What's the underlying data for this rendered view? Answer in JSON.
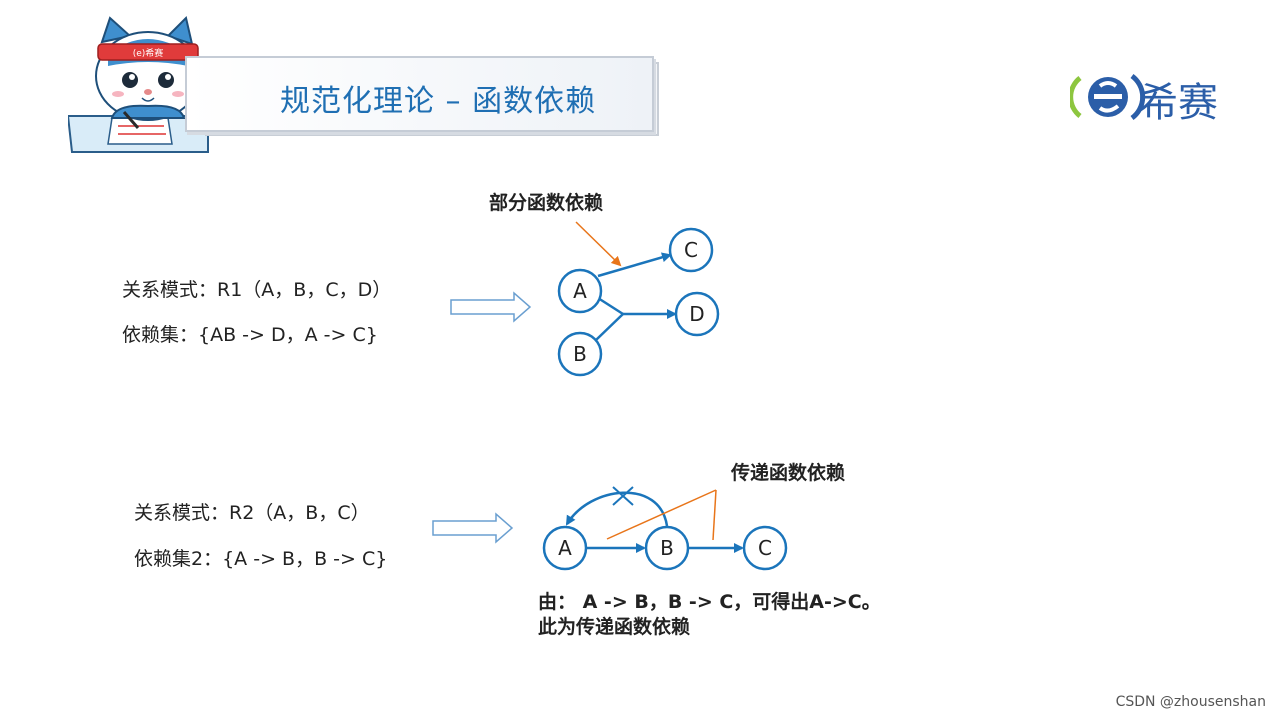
{
  "title": "规范化理论 – 函数依赖",
  "logo": {
    "text": "希赛",
    "mascot_badge": "(e)希赛"
  },
  "section1": {
    "schema_label": "关系模式：R1（A，B，C，D）",
    "deps_label": "依赖集：{AB -> D，A -> C}",
    "annotation": "部分函数依赖",
    "nodes": [
      "A",
      "B",
      "C",
      "D"
    ]
  },
  "section2": {
    "schema_label": "关系模式：R2（A，B，C）",
    "deps_label": "依赖集2：{A -> B，B -> C}",
    "annotation": "传递函数依赖",
    "nodes": [
      "A",
      "B",
      "C"
    ],
    "conclusion_line1": "由： A -> B，B -> C，可得出A->C。",
    "conclusion_line2": "此为传递函数依赖"
  },
  "watermark": "CSDN @zhousenshan",
  "colors": {
    "title_blue": "#1f6fb3",
    "node_blue": "#1b75bb",
    "annotation_orange": "#e8751a"
  }
}
